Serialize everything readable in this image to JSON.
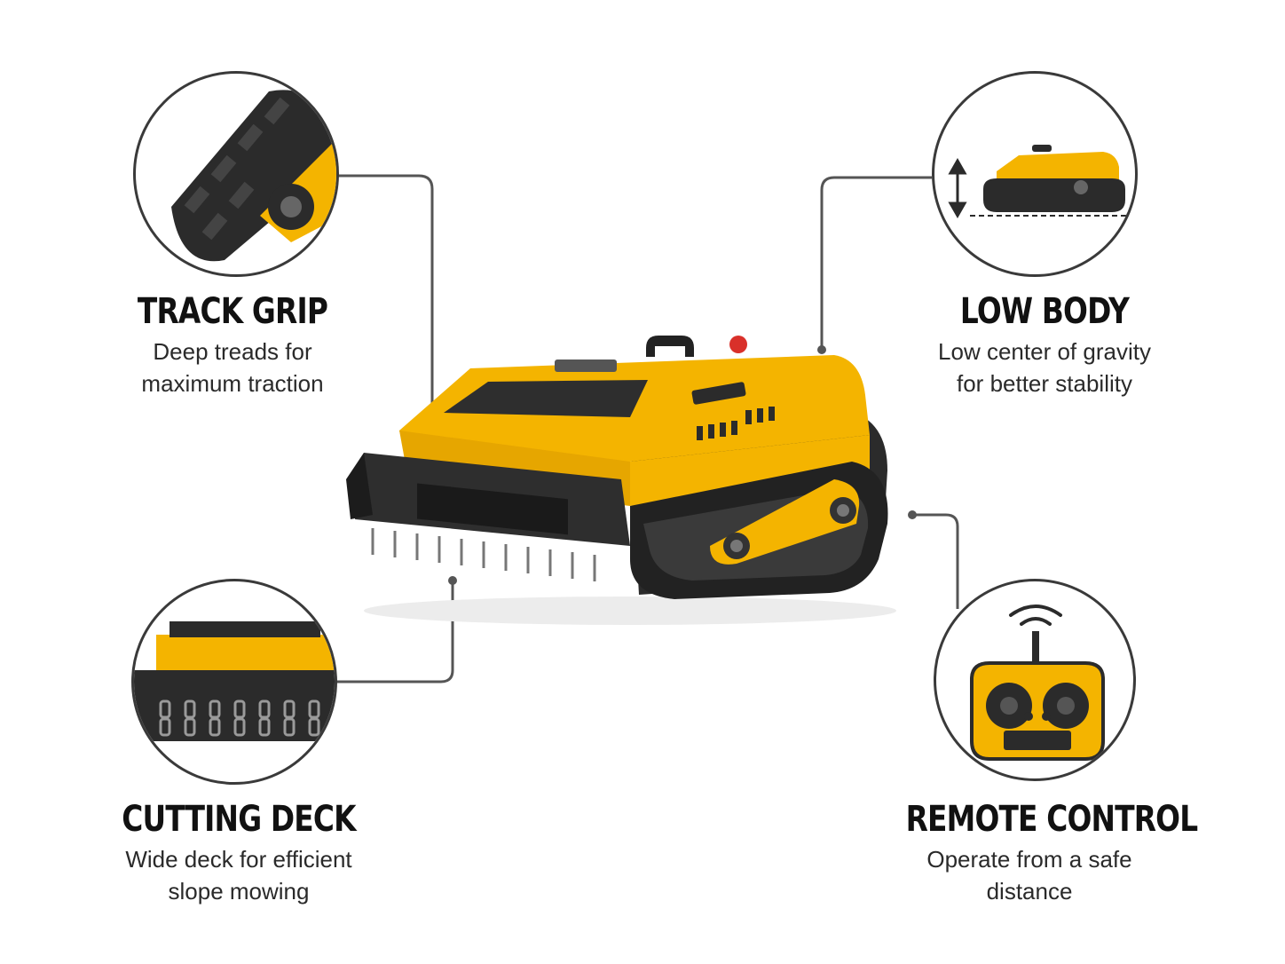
{
  "colors": {
    "accent_yellow": "#f4b400",
    "track_black": "#2b2b2b",
    "line_gray": "#555555",
    "text_dark": "#111111"
  },
  "main_product": {
    "icon": "tracked-mower-icon"
  },
  "features": [
    {
      "title": "TRACK GRIP",
      "description_line1": "Deep treads for",
      "description_line2": "maximum traction",
      "icon": "track-tread-icon"
    },
    {
      "title": "LOW BODY",
      "description_line1": "Low center of gravity",
      "description_line2": "for better stability",
      "icon": "low-profile-icon"
    },
    {
      "title": "CUTTING DECK",
      "description_line1": "Wide deck for efficient",
      "description_line2": "slope mowing",
      "icon": "cutting-deck-icon"
    },
    {
      "title": "REMOTE CONTROL",
      "description_line1": "Operate from a safe",
      "description_line2": "distance",
      "icon": "remote-controller-icon"
    }
  ]
}
